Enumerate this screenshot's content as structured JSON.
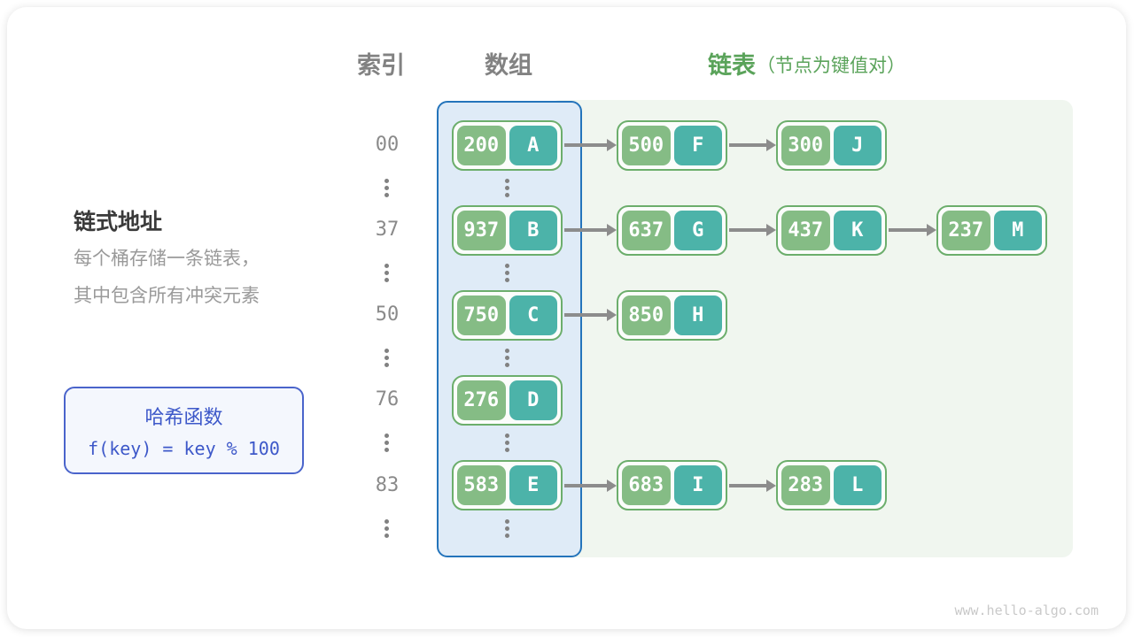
{
  "headers": {
    "index": "索引",
    "array": "数组",
    "list": "链表",
    "list_note": "（节点为键值对）"
  },
  "sidebar": {
    "title": "链式地址",
    "description_line1": "每个桶存储一条链表，",
    "description_line2": "其中包含所有冲突元素",
    "hash_function": {
      "title": "哈希函数",
      "formula": "f(key) = key % 100"
    }
  },
  "rows": [
    {
      "index": "00",
      "bucket": {
        "key": "200",
        "value": "A"
      },
      "chain": [
        {
          "key": "500",
          "value": "F"
        },
        {
          "key": "300",
          "value": "J"
        }
      ]
    },
    {
      "index": "37",
      "bucket": {
        "key": "937",
        "value": "B"
      },
      "chain": [
        {
          "key": "637",
          "value": "G"
        },
        {
          "key": "437",
          "value": "K"
        },
        {
          "key": "237",
          "value": "M"
        }
      ]
    },
    {
      "index": "50",
      "bucket": {
        "key": "750",
        "value": "C"
      },
      "chain": [
        {
          "key": "850",
          "value": "H"
        }
      ]
    },
    {
      "index": "76",
      "bucket": {
        "key": "276",
        "value": "D"
      },
      "chain": []
    },
    {
      "index": "83",
      "bucket": {
        "key": "583",
        "value": "E"
      },
      "chain": [
        {
          "key": "683",
          "value": "I"
        },
        {
          "key": "283",
          "value": "L"
        }
      ]
    }
  ],
  "footer": {
    "url": "www.hello-algo.com"
  },
  "icons": {
    "ellipsis": "vertical-ellipsis"
  },
  "colors": {
    "key_cell": "#85BC85",
    "value_cell": "#4CB3A9",
    "node_border": "#6CAE6C",
    "array_box_border": "#2474BB",
    "array_box_fill": "#DFEBF7",
    "list_region_fill": "#F0F6EF",
    "header_gray": "#828282",
    "header_green": "#5AA35A",
    "index_text": "#8A8A8A",
    "arrow": "#8C8C8C",
    "hash_box_border": "#4A64CB",
    "hash_box_text": "#3D58C9",
    "title_text": "#3A3A3A",
    "description_text": "#9A9A9A",
    "watermark_text": "#C9C9C9"
  }
}
